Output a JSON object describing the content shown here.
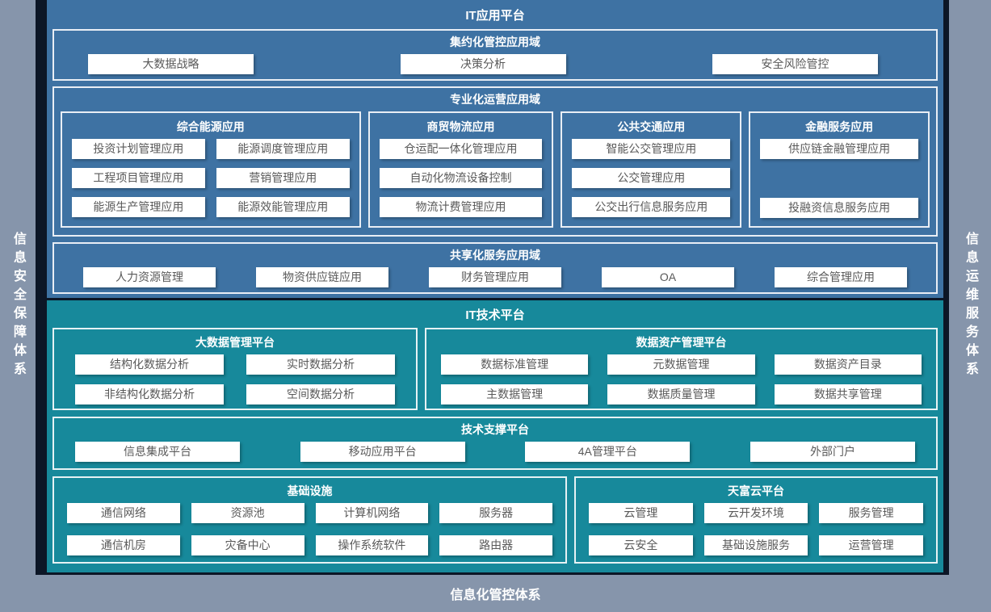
{
  "rails": {
    "left_label": "信息安全保障体系",
    "right_label": "信息运维服务体系",
    "bottom_label": "信息化管控体系"
  },
  "app_platform": {
    "title": "IT应用平台",
    "centralized": {
      "title": "集约化管控应用域",
      "items": [
        "大数据战略",
        "决策分析",
        "安全风险管控"
      ]
    },
    "specialized": {
      "title": "专业化运营应用域",
      "groups": [
        {
          "title": "综合能源应用",
          "items": [
            "投资计划管理应用",
            "能源调度管理应用",
            "工程项目管理应用",
            "营销管理应用",
            "能源生产管理应用",
            "能源效能管理应用"
          ]
        },
        {
          "title": "商贸物流应用",
          "items": [
            "仓运配一体化管理应用",
            "自动化物流设备控制",
            "物流计费管理应用"
          ]
        },
        {
          "title": "公共交通应用",
          "items": [
            "智能公交管理应用",
            "公交管理应用",
            "公交出行信息服务应用"
          ]
        },
        {
          "title": "金融服务应用",
          "items": [
            "供应链金融管理应用",
            "投融资信息服务应用"
          ]
        }
      ]
    },
    "shared": {
      "title": "共享化服务应用域",
      "items": [
        "人力资源管理",
        "物资供应链应用",
        "财务管理应用",
        "OA",
        "综合管理应用"
      ]
    }
  },
  "tech_platform": {
    "title": "IT技术平台",
    "bigdata": {
      "title": "大数据管理平台",
      "items": [
        "结构化数据分析",
        "实时数据分析",
        "非结构化数据分析",
        "空间数据分析"
      ]
    },
    "data_asset": {
      "title": "数据资产管理平台",
      "items": [
        "数据标准管理",
        "元数据管理",
        "数据资产目录",
        "主数据管理",
        "数据质量管理",
        "数据共享管理"
      ]
    },
    "tech_support": {
      "title": "技术支撑平台",
      "items": [
        "信息集成平台",
        "移动应用平台",
        "4A管理平台",
        "外部门户"
      ]
    },
    "infrastructure": {
      "title": "基础设施",
      "items": [
        "通信网络",
        "资源池",
        "计算机网络",
        "服务器",
        "通信机房",
        "灾备中心",
        "操作系统软件",
        "路由器"
      ]
    },
    "cloud": {
      "title": "天富云平台",
      "items": [
        "云管理",
        "云开发环境",
        "服务管理",
        "云安全",
        "基础设施服务",
        "运营管理"
      ]
    }
  },
  "colors": {
    "app_panel_blue": "#3e72a3",
    "tech_panel_teal": "#17899b",
    "rail_gray": "#8695ab",
    "frame_dark": "#0c1626",
    "chip_bg": "#ffffff",
    "chip_text": "#595959",
    "box_border": "#e9eef5"
  }
}
